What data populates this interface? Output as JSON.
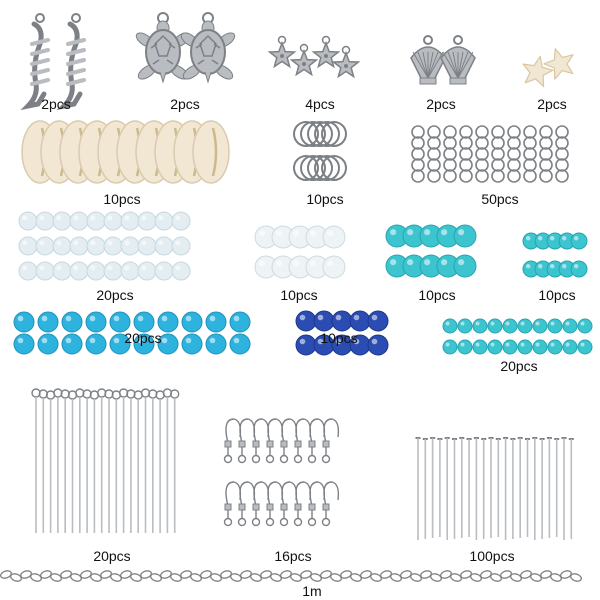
{
  "components": [
    {
      "id": "fishbone-charm",
      "qty": "2pcs"
    },
    {
      "id": "turtle-charm",
      "qty": "2pcs"
    },
    {
      "id": "starfish-charm",
      "qty": "4pcs"
    },
    {
      "id": "shell-charm",
      "qty": "2pcs"
    },
    {
      "id": "white-starfish",
      "qty": "2pcs"
    },
    {
      "id": "cowrie-shell",
      "qty": "10pcs"
    },
    {
      "id": "large-jump-ring",
      "qty": "10pcs"
    },
    {
      "id": "small-jump-ring",
      "qty": "50pcs"
    },
    {
      "id": "clear-crackle-bead",
      "qty": "20pcs"
    },
    {
      "id": "frosted-glass-bead",
      "qty": "10pcs"
    },
    {
      "id": "aqua-crackle-bead-large",
      "qty": "10pcs"
    },
    {
      "id": "aqua-crackle-bead-small",
      "qty": "10pcs"
    },
    {
      "id": "blue-crackle-bead",
      "qty": "20pcs"
    },
    {
      "id": "cobalt-glass-bead",
      "qty": "10pcs"
    },
    {
      "id": "aqua-round-bead",
      "qty": "20pcs"
    },
    {
      "id": "eye-pin",
      "qty": "20pcs"
    },
    {
      "id": "earring-hook",
      "qty": "16pcs"
    },
    {
      "id": "head-pin",
      "qty": "100pcs"
    },
    {
      "id": "chain",
      "qty": "1m"
    }
  ],
  "colors": {
    "silver": "#b9bcc0",
    "silver_dark": "#7d8186",
    "cream": "#f1e7d2",
    "clear": "#e4eef2",
    "aqua": "#3cc4cf",
    "sky": "#2eb3df",
    "cobalt": "#2b4db3"
  }
}
